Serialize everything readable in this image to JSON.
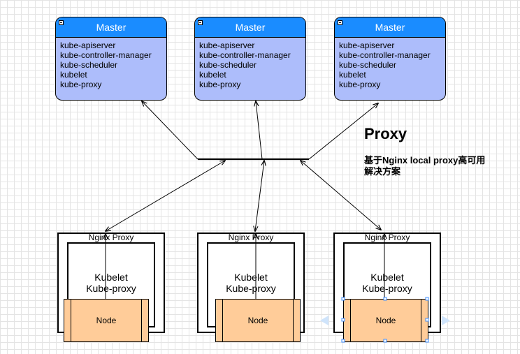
{
  "masters": [
    {
      "title": "Master",
      "components": [
        "kube-apiserver",
        "kube-controller-manager",
        "kube-scheduler",
        "kubelet",
        "kube-proxy"
      ]
    },
    {
      "title": "Master",
      "components": [
        "kube-apiserver",
        "kube-controller-manager",
        "kube-scheduler",
        "kubelet",
        "kube-proxy"
      ]
    },
    {
      "title": "Master",
      "components": [
        "kube-apiserver",
        "kube-controller-manager",
        "kube-scheduler",
        "kubelet",
        "kube-proxy"
      ]
    }
  ],
  "nodes": [
    {
      "proxy_label": "Nginx Proxy",
      "kubelet_label": "Kubelet",
      "kubeproxy_label": "Kube-proxy",
      "node_label": "Node"
    },
    {
      "proxy_label": "Nginx Proxy",
      "kubelet_label": "Kubelet",
      "kubeproxy_label": "Kube-proxy",
      "node_label": "Node"
    },
    {
      "proxy_label": "Nginx Proxy",
      "kubelet_label": "Kubelet",
      "kubeproxy_label": "Kube-proxy",
      "node_label": "Node"
    }
  ],
  "annotation": {
    "title": "Proxy",
    "description": "基于Nginx local proxy高可用解决方案"
  },
  "colors": {
    "master_header": "#1a8cff",
    "master_body": "#adbdfb",
    "node_fill": "#ffcc99"
  }
}
